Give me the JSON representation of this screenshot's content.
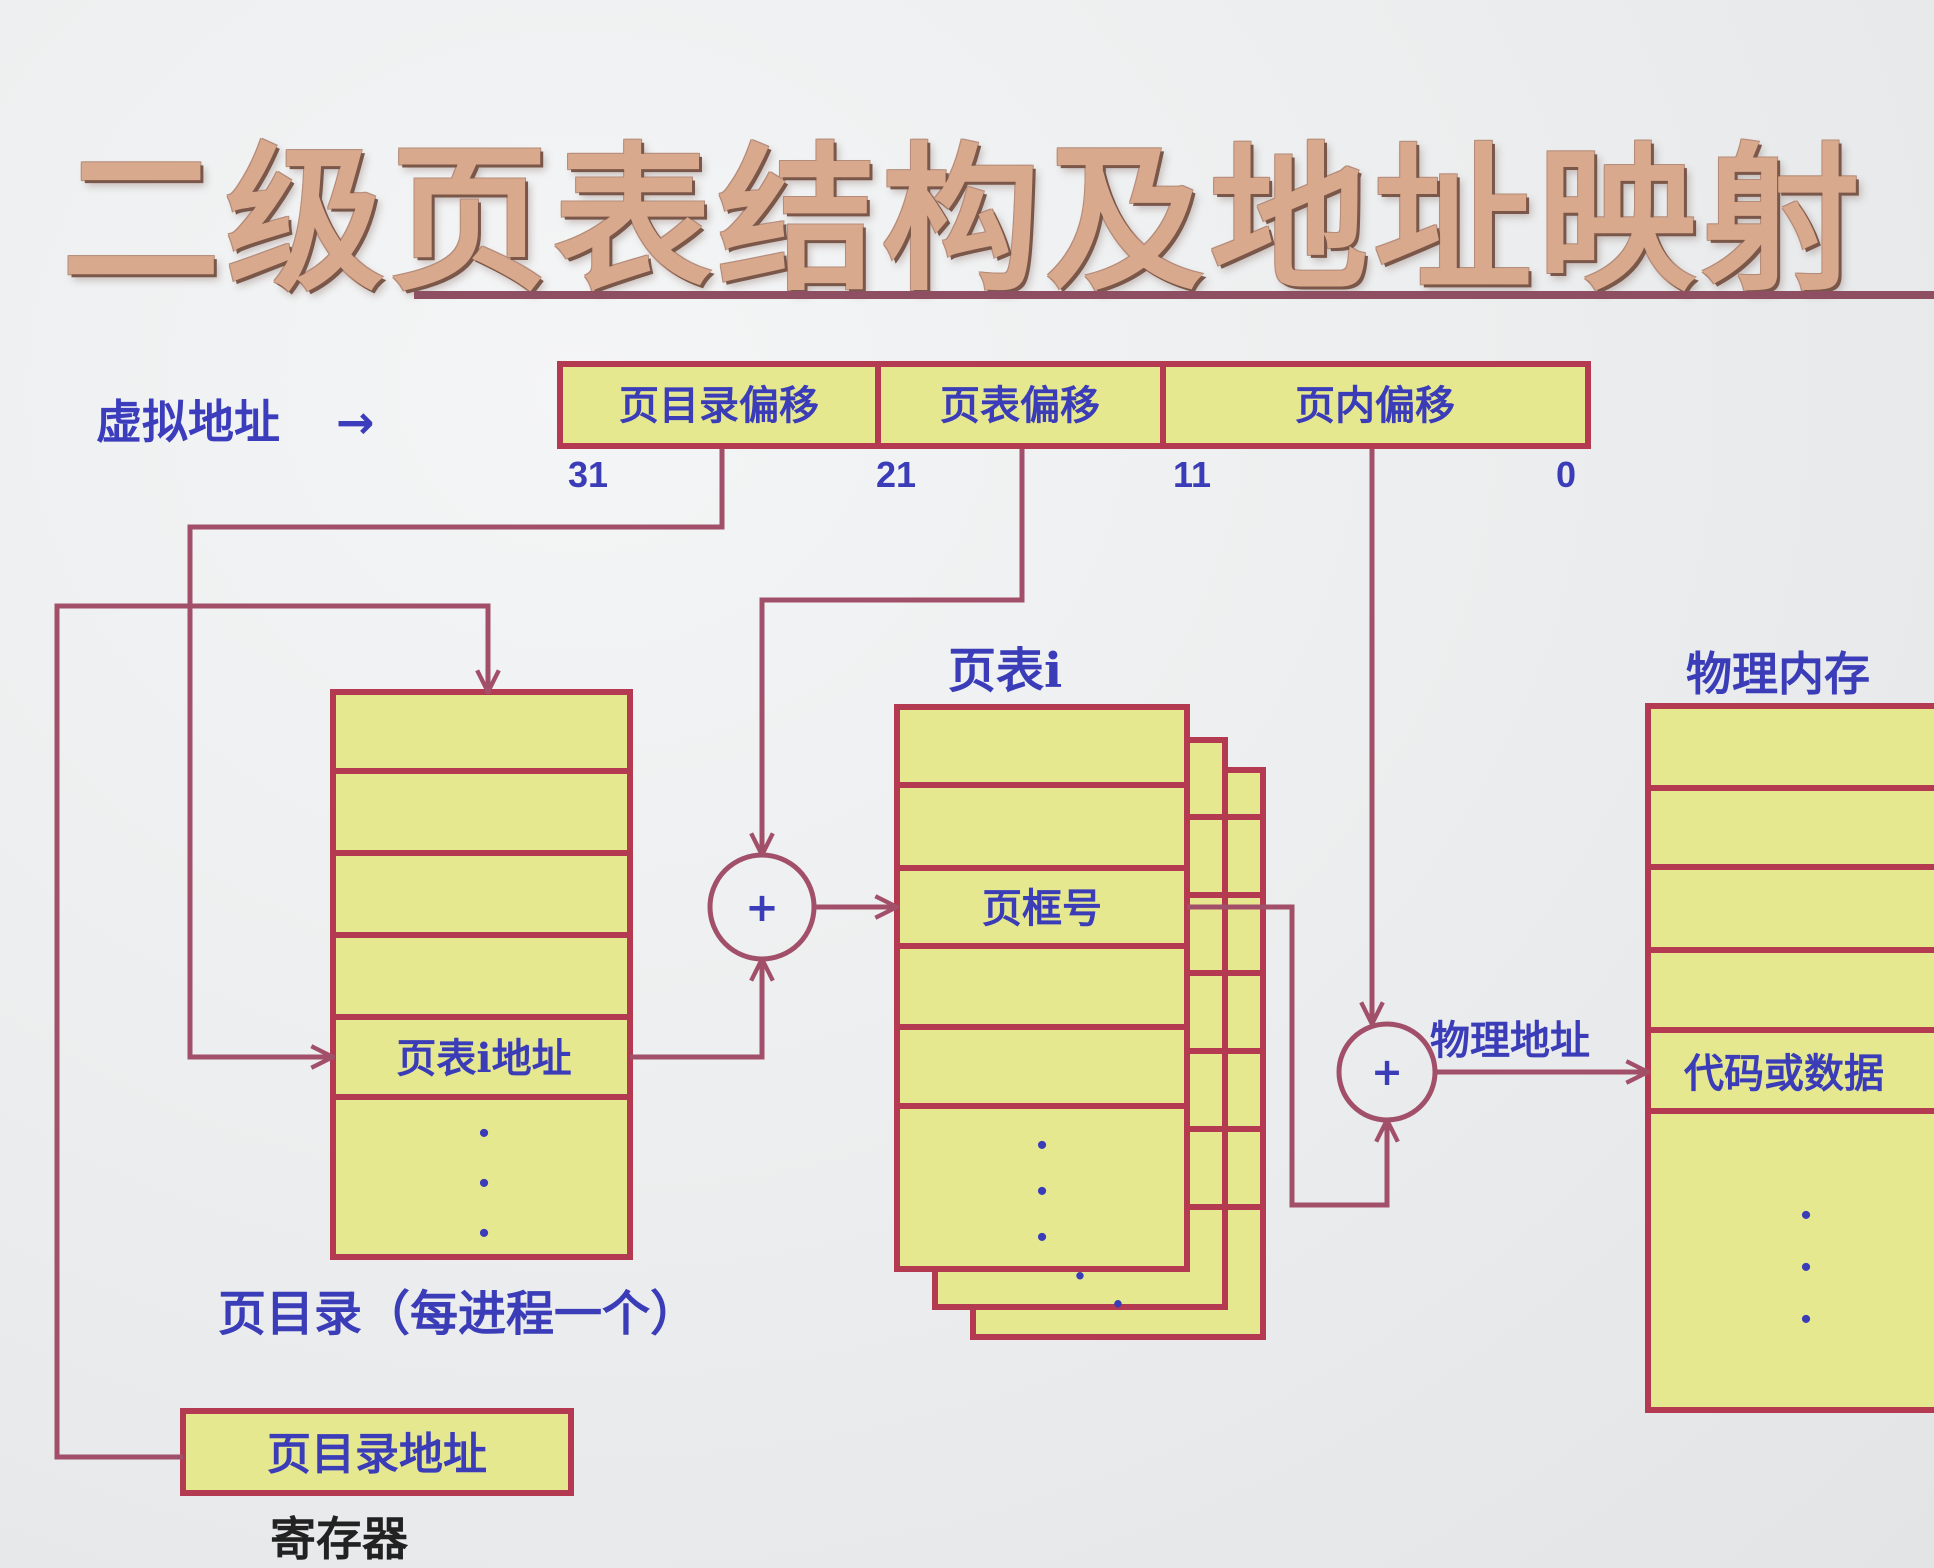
{
  "title": "二级页表结构及地址映射",
  "virtual_address": {
    "label": "虚拟地址",
    "arrow": "→",
    "fields": [
      "页目录偏移",
      "页表偏移",
      "页内偏移"
    ],
    "bits": [
      "31",
      "21",
      "11",
      "0"
    ]
  },
  "page_directory": {
    "entry_label": "页表i地址",
    "dots": "·",
    "caption": "页目录（每进程一个）"
  },
  "page_table": {
    "title": "页表i",
    "entry_label": "页框号",
    "dots": "·"
  },
  "physical_memory": {
    "title": "物理内存",
    "entry_label": "代码或数据",
    "dots": "·"
  },
  "adders": {
    "symbol": "+"
  },
  "physical_address_label": "物理地址",
  "register": {
    "value_label": "页目录地址",
    "caption": "寄存器"
  },
  "colors": {
    "box_fill": "#e6e890",
    "box_stroke": "#b43a52",
    "line": "#a2506a",
    "text": "#3b3cb8"
  }
}
